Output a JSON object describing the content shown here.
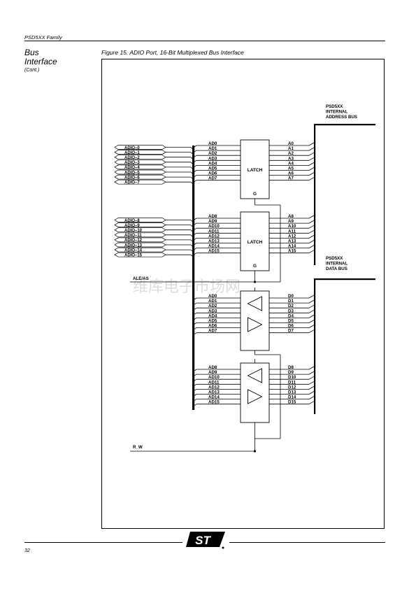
{
  "header": {
    "family": "PSD5XX Family"
  },
  "section": {
    "title_line1": "Bus",
    "title_line2": "Interface",
    "subtitle": "(Cont.)"
  },
  "figure": {
    "caption": "Figure 15.  ADIO Port, 16-Bit Multiplexed Bus Interface"
  },
  "diagram": {
    "adio_low": [
      "ADIO–0",
      "ADIO–1",
      "ADIO–2",
      "ADIO–3",
      "ADIO–4",
      "ADIO–5",
      "ADIO–6",
      "ADIO–7"
    ],
    "adio_high": [
      "ADIO–8",
      "ADIO–9",
      "ADIO–10",
      "ADIO–11",
      "ADIO–12",
      "ADIO–13",
      "ADIO–14",
      "ADIO–15"
    ],
    "ad_low": [
      "AD0",
      "AD1",
      "AD2",
      "AD3",
      "AD4",
      "AD5",
      "AD6",
      "AD7"
    ],
    "ad_high": [
      "AD8",
      "AD9",
      "AD10",
      "AD11",
      "AD12",
      "AD13",
      "AD14",
      "AD15"
    ],
    "a_low": [
      "A0",
      "A1",
      "A2",
      "A3",
      "A4",
      "A5",
      "A6",
      "A7"
    ],
    "a_high": [
      "A8",
      "A9",
      "A10",
      "A11",
      "A12",
      "A13",
      "A14",
      "A15"
    ],
    "d_low": [
      "D0",
      "D1",
      "D2",
      "D3",
      "D4",
      "D5",
      "D6",
      "D7"
    ],
    "d_high": [
      "D8",
      "D9",
      "D10",
      "D11",
      "D12",
      "D13",
      "D14",
      "D15"
    ],
    "latch_label": "LATCH",
    "gate_label": "G",
    "addr_bus": [
      "PSD5XX",
      "INTERNAL",
      "ADDRESS BUS"
    ],
    "data_bus": [
      "PSD5XX",
      "INTERNAL",
      "DATA BUS"
    ],
    "ale_label": "ALE/AS",
    "rw_label": "R_W",
    "watermark": "维库电子市场网"
  },
  "footer": {
    "page_number": "32",
    "logo_text": "ST"
  }
}
